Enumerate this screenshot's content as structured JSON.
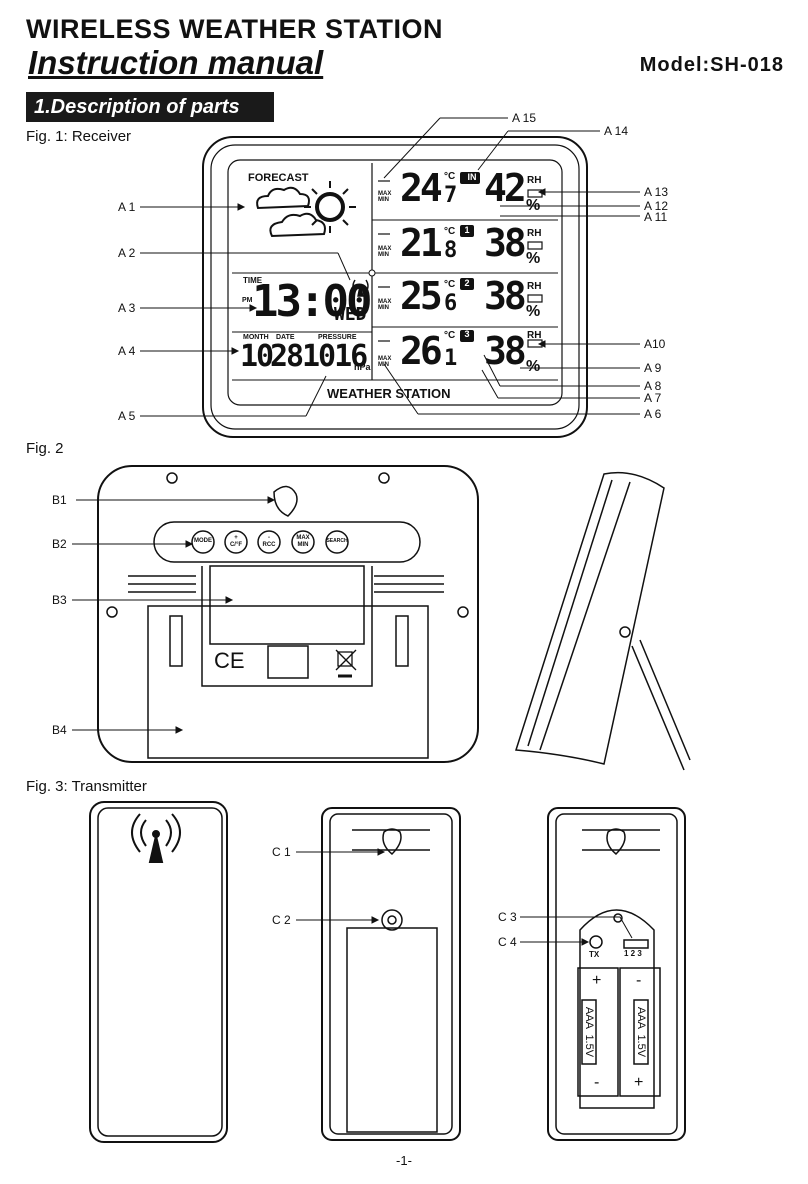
{
  "header": {
    "title_line1": "WIRELESS WEATHER STATION",
    "title_line2": "Instruction manual",
    "model": "Model:SH-018"
  },
  "section": {
    "heading": "1.Description of parts"
  },
  "fig1": {
    "caption": "Fig. 1: Receiver",
    "forecast_label": "FORECAST",
    "time_label": "TIME",
    "pm_label": "PM",
    "time_value": "13:00",
    "weekday": "WED",
    "month_label": "MONTH",
    "date_label": "DATE",
    "pressure_label": "PRESSURE",
    "month_value": "10",
    "date_value": "28",
    "pressure_value": "1016",
    "pressure_unit": "hPa",
    "brand": "WEATHER STATION",
    "in_badge": "IN",
    "deg_c": "°C",
    "rh": "RH",
    "percent": "%",
    "max": "MAX",
    "min": "MIN",
    "rows": [
      {
        "temp_int": "24",
        "temp_dec": "7",
        "badge": "IN",
        "rh": "42"
      },
      {
        "temp_int": "21",
        "temp_dec": "8",
        "badge": "1",
        "rh": "38"
      },
      {
        "temp_int": "25",
        "temp_dec": "6",
        "badge": "2",
        "rh": "38"
      },
      {
        "temp_int": "26",
        "temp_dec": "1",
        "badge": "3",
        "rh": "38"
      }
    ],
    "callouts_left": [
      "A 1",
      "A 2",
      "A 3",
      "A 4",
      "A 5"
    ],
    "callouts_right": [
      "A 15",
      "A 14",
      "A 13",
      "A 12",
      "A 11",
      "A10",
      "A 9",
      "A 8",
      "A 7",
      "A 6"
    ]
  },
  "fig2": {
    "caption": "Fig. 2",
    "buttons": [
      "MODE",
      "+\nC/°F",
      "-\nRCC",
      "MAX\nMIN",
      "SEARCH"
    ],
    "callouts": [
      "B1",
      "B2",
      "B3",
      "B4"
    ],
    "ce_mark": "CE"
  },
  "fig3": {
    "caption": "Fig. 3: Transmitter",
    "callouts": [
      "C 1",
      "C 2",
      "C 3",
      "C 4"
    ],
    "tx_label": "TX",
    "channel_numbers": "1 2 3",
    "battery_text": "AAA  1.5V",
    "plus": "+",
    "minus": "-"
  },
  "footer": {
    "page_number": "-1-"
  }
}
